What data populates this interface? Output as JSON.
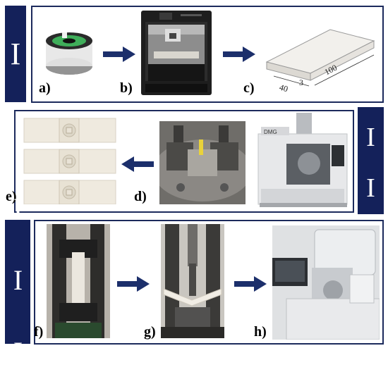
{
  "stages": [
    {
      "roman": "I"
    },
    {
      "roman": "I I"
    },
    {
      "roman": "I I I"
    }
  ],
  "labels": {
    "a": "a)",
    "b": "b)",
    "c": "c)",
    "d": "d)",
    "e": "e)",
    "f": "f)",
    "g": "g)",
    "h": "h)"
  },
  "dimensions": {
    "length": "100",
    "width": "40",
    "thickness": "3"
  },
  "colors": {
    "navy": "#14215a",
    "arrow": "#1c2f6b"
  },
  "icons": [
    "filament-spool",
    "3d-printer",
    "printed-plate",
    "welded-specimens",
    "fixture-clamp",
    "milling-machine",
    "tensile-machine",
    "bent-specimen",
    "electron-microscope",
    "arrow-right",
    "arrow-left"
  ]
}
